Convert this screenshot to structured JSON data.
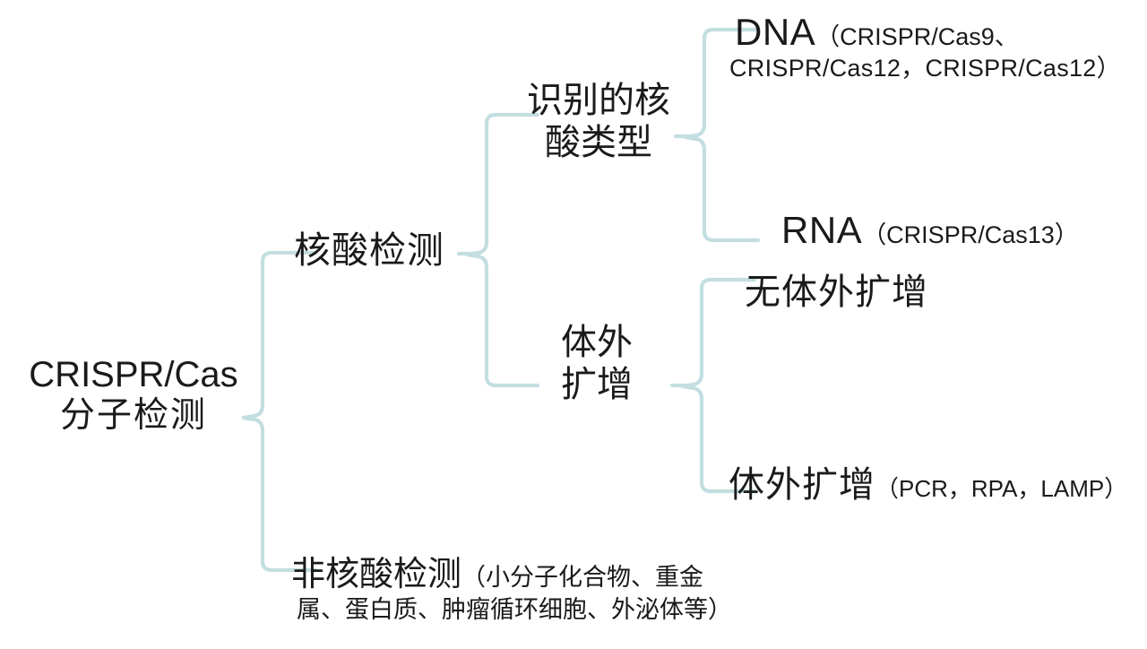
{
  "diagram": {
    "type": "bracket-tree",
    "orientation": "left-to-right",
    "background_color": "#ffffff",
    "bracket_color": "#c3dee0",
    "text_color": "#1a1a1a",
    "root": {
      "line1": "CRISPR/Cas",
      "line2": "分子检测"
    },
    "level2": {
      "nucleic": "核酸检测",
      "nonnucleic": {
        "head": "非核酸检测",
        "paren_line1": "（小分子化合物、重金",
        "paren_line2": "属、蛋白质、肿瘤循环细胞、外泌体等）"
      }
    },
    "level3": {
      "nucleic_type": {
        "line1": "识别的核",
        "line2": "酸类型"
      },
      "in_vitro": {
        "line1": "体外",
        "line2": "扩增"
      }
    },
    "level4": {
      "dna": {
        "head": "DNA",
        "paren_line1": "（CRISPR/Cas9、",
        "paren_line2": "CRISPR/Cas12，CRISPR/Cas12）"
      },
      "rna": {
        "head": "RNA",
        "paren": "（CRISPR/Cas13）"
      },
      "no_amplification": "无体外扩增",
      "amplification": {
        "head": "体外扩增",
        "paren": "（PCR，RPA，LAMP）"
      }
    }
  }
}
